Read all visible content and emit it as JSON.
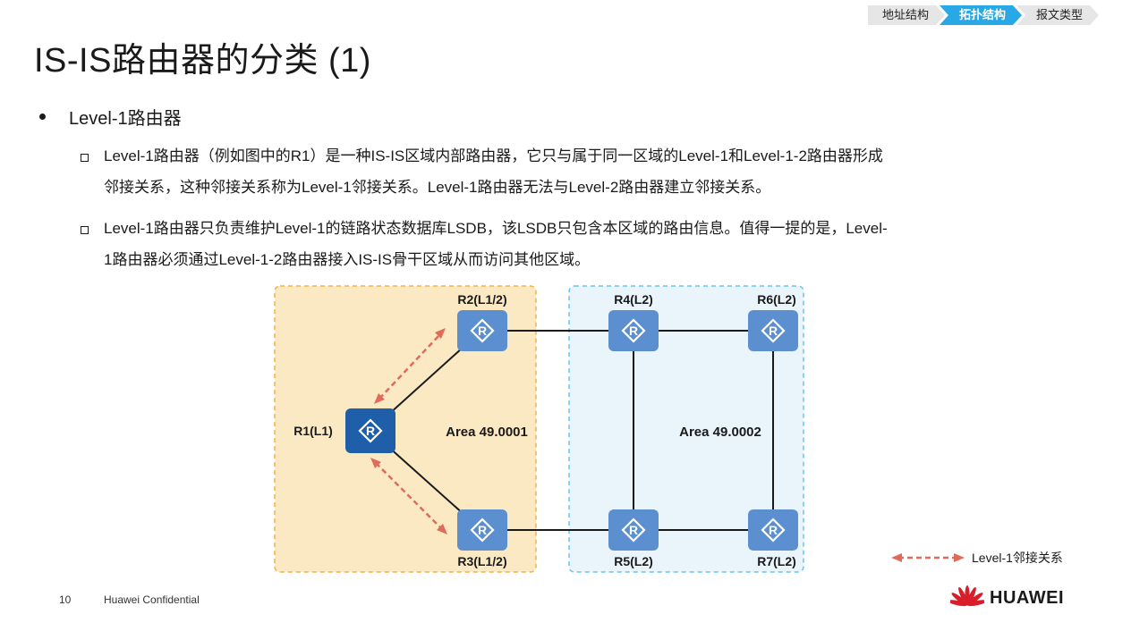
{
  "breadcrumb": [
    "地址结构",
    "拓扑结构",
    "报文类型"
  ],
  "title": "IS-IS路由器的分类 (1)",
  "bullet": "Level-1路由器",
  "paragraphs": [
    {
      "lines": [
        "Level-1路由器（例如图中的R1）是一种IS-IS区域内部路由器，它只与属于同一区域的Level-1和Level-1-2路由器形成",
        "邻接关系，这种邻接关系称为Level-1邻接关系。Level-1路由器无法与Level-2路由器建立邻接关系。"
      ]
    },
    {
      "lines": [
        "Level-1路由器只负责维护Level-1的链路状态数据库LSDB，该LSDB只包含本区域的路由信息。值得一提的是，Level-",
        "1路由器必须通过Level-1-2路由器接入IS-IS骨干区域从而访问其他区域。"
      ]
    }
  ],
  "diagram": {
    "areas": [
      "Area 49.0001",
      "Area 49.0002"
    ],
    "routers": {
      "r1": "R1(L1)",
      "r2": "R2(L1/2)",
      "r3": "R3(L1/2)",
      "r4": "R4(L2)",
      "r5": "R5(L2)",
      "r6": "R6(L2)",
      "r7": "R7(L2)"
    },
    "legend": "Level-1邻接关系",
    "colors": {
      "area1_fill": "#fbe9c4",
      "area1_border": "#f0b24a",
      "area2_fill": "#e9f4fb",
      "area2_border": "#6cc4ee",
      "router": "#5b8fd0",
      "router_main": "#1f5ea8",
      "adjacency": "#e06b5a"
    }
  },
  "footer": {
    "page": "10",
    "confidential": "Huawei Confidential",
    "brand": "HUAWEI"
  }
}
